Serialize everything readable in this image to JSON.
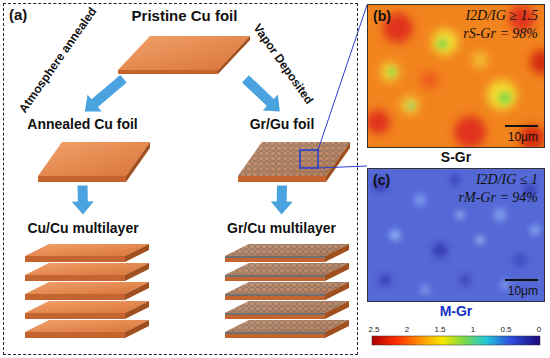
{
  "diagram": {
    "nodes": [
      {
        "text": [
          "(a)"
        ]
      },
      {
        "text": [
          "Pristine Cu foil"
        ],
        "in": 0
      },
      {
        "text": [
          "Annealed Cu foil"
        ],
        "in": 0
      },
      {
        "text": [
          "Gr/Gu foil"
        ],
        "in": 0
      },
      {
        "text": [
          "Cu/Cu multilayer"
        ],
        "in": 0
      },
      {
        "text": [
          "Gr/Cu multilayer"
        ],
        "in": 0
      },
      {
        "text": [
          "(b)",
          "I2D/IG ≥ 1.5",
          "rS-Gr = 98%",
          "10μm"
        ]
      },
      {
        "text": [
          "(c)",
          "I2D/IG ≤ 1",
          "rM-Gr = 94%",
          "10μm"
        ]
      }
    ],
    "edges": [
      {
        "from": 1,
        "to": 2,
        "label": "Atmosphere annealed",
        "arrow": "to"
      },
      {
        "from": 1,
        "to": 3,
        "label": "Vapor Deposited",
        "arrow": "to"
      },
      {
        "from": 2,
        "to": 4,
        "arrow": "to"
      },
      {
        "from": 3,
        "to": 5,
        "arrow": "to"
      }
    ],
    "labels": [
      "S-Gr",
      "M-Gr",
      "2.5",
      "2",
      "1.5",
      "1",
      "0.5",
      "0"
    ]
  }
}
